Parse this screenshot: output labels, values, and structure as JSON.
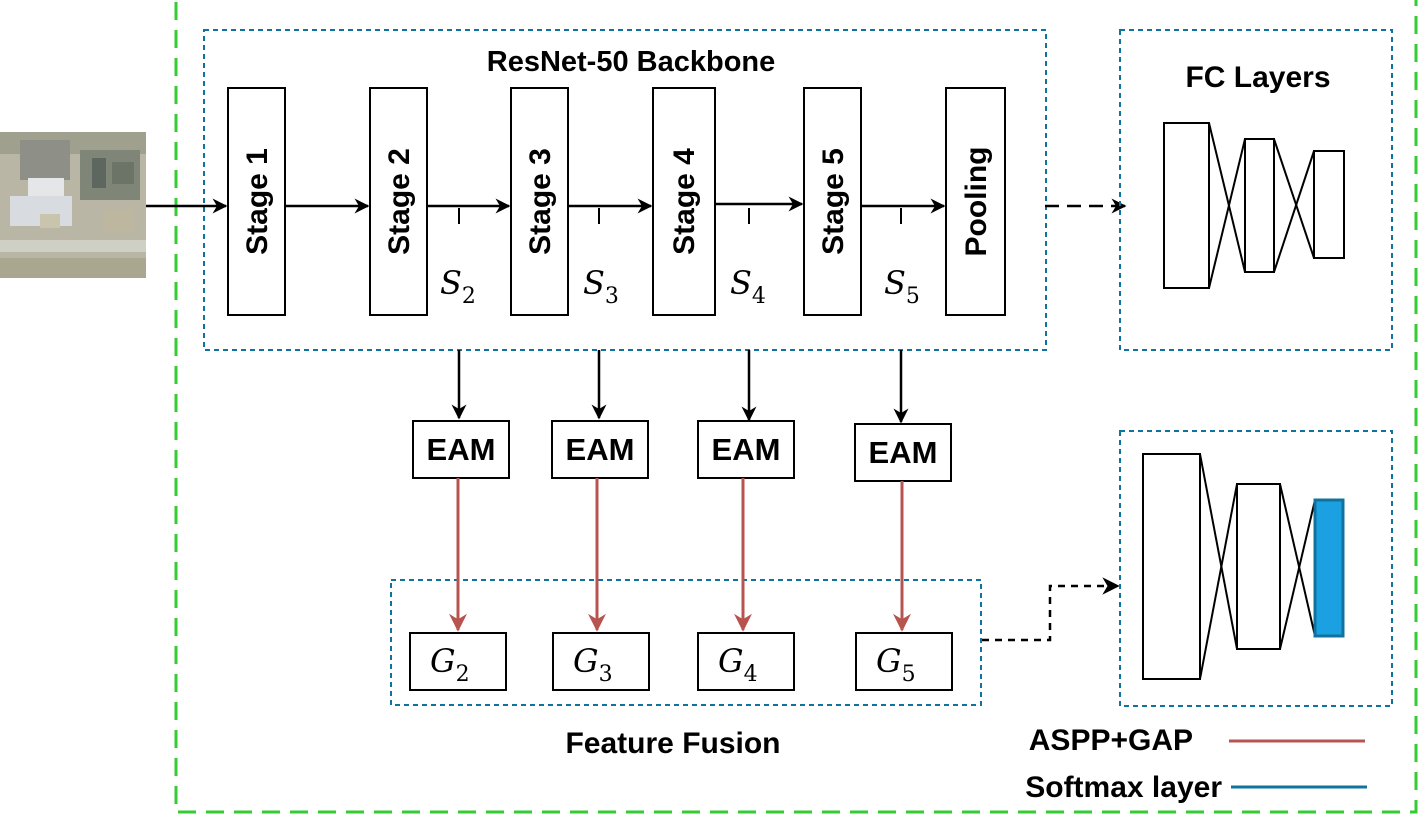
{
  "backbone": {
    "title": "ResNet-50 Backbone",
    "stages": [
      "Stage 1",
      "Stage 2",
      "Stage 3",
      "Stage 4",
      "Stage 5",
      "Pooling"
    ],
    "side_outputs": [
      {
        "letter": "S",
        "sub": "2"
      },
      {
        "letter": "S",
        "sub": "3"
      },
      {
        "letter": "S",
        "sub": "4"
      },
      {
        "letter": "S",
        "sub": "5"
      }
    ]
  },
  "eam_modules": [
    "EAM",
    "EAM",
    "EAM",
    "EAM"
  ],
  "fusion": {
    "title": "Feature Fusion",
    "features": [
      {
        "letter": "G",
        "sub": "2"
      },
      {
        "letter": "G",
        "sub": "3"
      },
      {
        "letter": "G",
        "sub": "4"
      },
      {
        "letter": "G",
        "sub": "5"
      }
    ]
  },
  "fc": {
    "title": "FC Layers"
  },
  "legend": [
    {
      "label": "ASPP+GAP",
      "color": "#b85450"
    },
    {
      "label": "Softmax layer",
      "color": "#10739e"
    }
  ],
  "colors": {
    "outer_border": "#33cc33",
    "dotted_border": "#10739e",
    "eam_arrow": "#b85450",
    "softmax_fill": "#1ba1e2",
    "softmax_stroke": "#10739e"
  },
  "input_image": {
    "icon": "satellite-image-thumbnail"
  }
}
